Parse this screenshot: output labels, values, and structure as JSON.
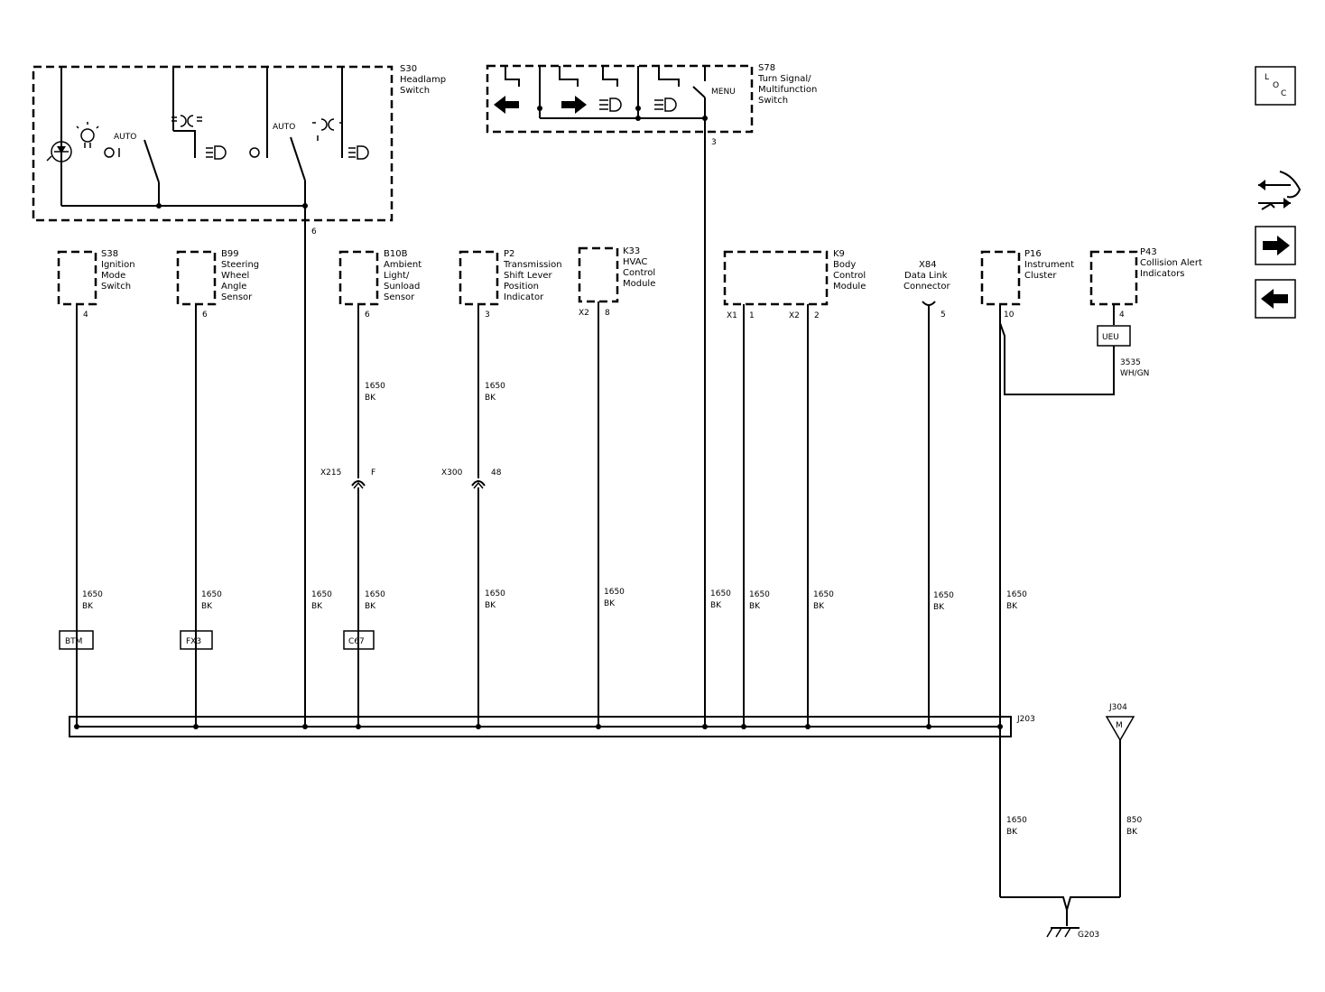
{
  "components": {
    "s30": {
      "ref": "S30",
      "line1": "Headlamp",
      "line2": "Switch",
      "auto_a": "AUTO",
      "auto_b": "AUTO",
      "pin": "6"
    },
    "s78": {
      "ref": "S78",
      "line1": "Turn Signal/",
      "line2": "Multifunction",
      "line3": "Switch",
      "menu": "MENU",
      "pin": "3"
    },
    "s38": {
      "ref": "S38",
      "line1": "Ignition",
      "line2": "Mode",
      "line3": "Switch",
      "pin": "4"
    },
    "b99": {
      "ref": "B99",
      "line1": "Steering",
      "line2": "Wheel",
      "line3": "Angle",
      "line4": "Sensor",
      "pin": "6"
    },
    "b10b": {
      "ref": "B10B",
      "line1": "Ambient",
      "line2": "Light/",
      "line3": "Sunload",
      "line4": "Sensor",
      "pin": "6"
    },
    "p2": {
      "ref": "P2",
      "line1": "Transmission",
      "line2": "Shift Lever",
      "line3": "Position",
      "line4": "Indicator",
      "pin": "3"
    },
    "k33": {
      "ref": "K33",
      "line1": "HVAC",
      "line2": "Control",
      "line3": "Module",
      "conn": "X2",
      "pin": "8"
    },
    "k9": {
      "ref": "K9",
      "line1": "Body",
      "line2": "Control",
      "line3": "Module",
      "conn1": "X1",
      "pin1": "1",
      "conn2": "X2",
      "pin2": "2"
    },
    "x84": {
      "ref": "X84",
      "line1": "Data Link",
      "line2": "Connector",
      "pin": "5"
    },
    "p16": {
      "ref": "P16",
      "line1": "Instrument",
      "line2": "Cluster",
      "pin": "10"
    },
    "p43": {
      "ref": "P43",
      "line1": "Collision Alert",
      "line2": "Indicators",
      "pin": "4"
    }
  },
  "wires": {
    "gauge_color_gauge": "1650",
    "color": "BK",
    "p43_circuit": "3535",
    "p43_color": "WH/GN",
    "g203_gauge": "850",
    "g203_color": "BK"
  },
  "connectors": {
    "x215": {
      "ref": "X215",
      "pin": "F"
    },
    "x300": {
      "ref": "X300",
      "pin": "48"
    },
    "j203": "J203",
    "j304": "J304",
    "j304_letter": "M",
    "g203": "G203"
  },
  "options": {
    "btm": "BTM",
    "fx3": "FX3",
    "c67": "C67",
    "ueu": "UEU"
  },
  "sidebar": {
    "loc_l": "L",
    "loc_o": "O",
    "loc_c": "C"
  }
}
